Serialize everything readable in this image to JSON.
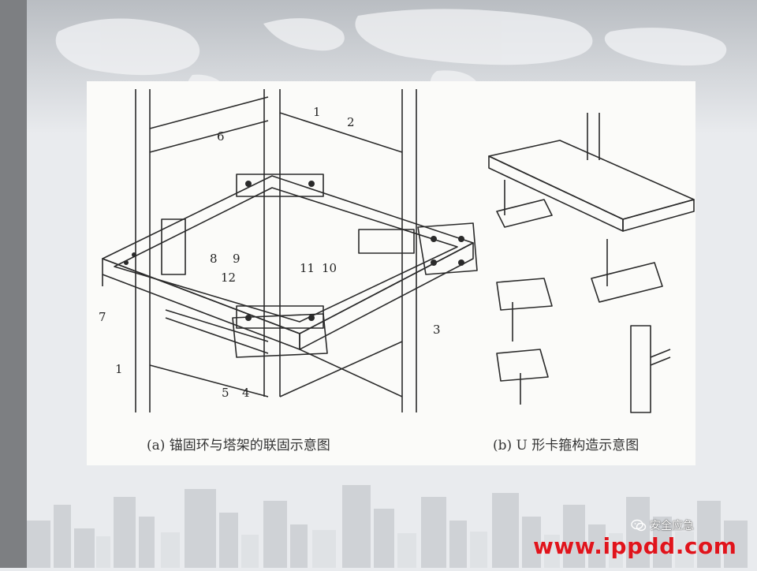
{
  "figure": {
    "caption_a": "(a) 锚固环与塔架的联固示意图",
    "caption_b": "(b) U 形卡箍构造示意图",
    "callouts": [
      "1",
      "2",
      "6",
      "8",
      "9",
      "12",
      "11",
      "10",
      "7",
      "3",
      "1",
      "5",
      "4"
    ]
  },
  "watermark": {
    "account": "安全应急",
    "icon": "wechat-icon"
  },
  "site": {
    "url": "www.ippdd.com"
  },
  "colors": {
    "url_red": "#e0141c",
    "sidebar": "#7d7f82",
    "line_art": "#2a2a2a"
  }
}
